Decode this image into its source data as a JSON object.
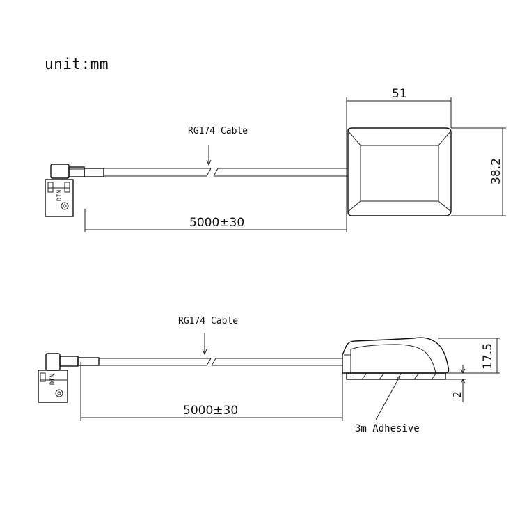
{
  "unit_label": "unit:mm",
  "top_view": {
    "cable_label": "RG174 Cable",
    "length_label": "5000±30",
    "width_label": "51",
    "depth_label": "38.2",
    "connector_marking": "DIN"
  },
  "side_view": {
    "cable_label": "RG174 Cable",
    "length_label": "5000±30",
    "height_label": "17.5",
    "adhesive_thickness_label": "2",
    "adhesive_label": "3m Adhesive",
    "connector_marking": "DIN"
  }
}
